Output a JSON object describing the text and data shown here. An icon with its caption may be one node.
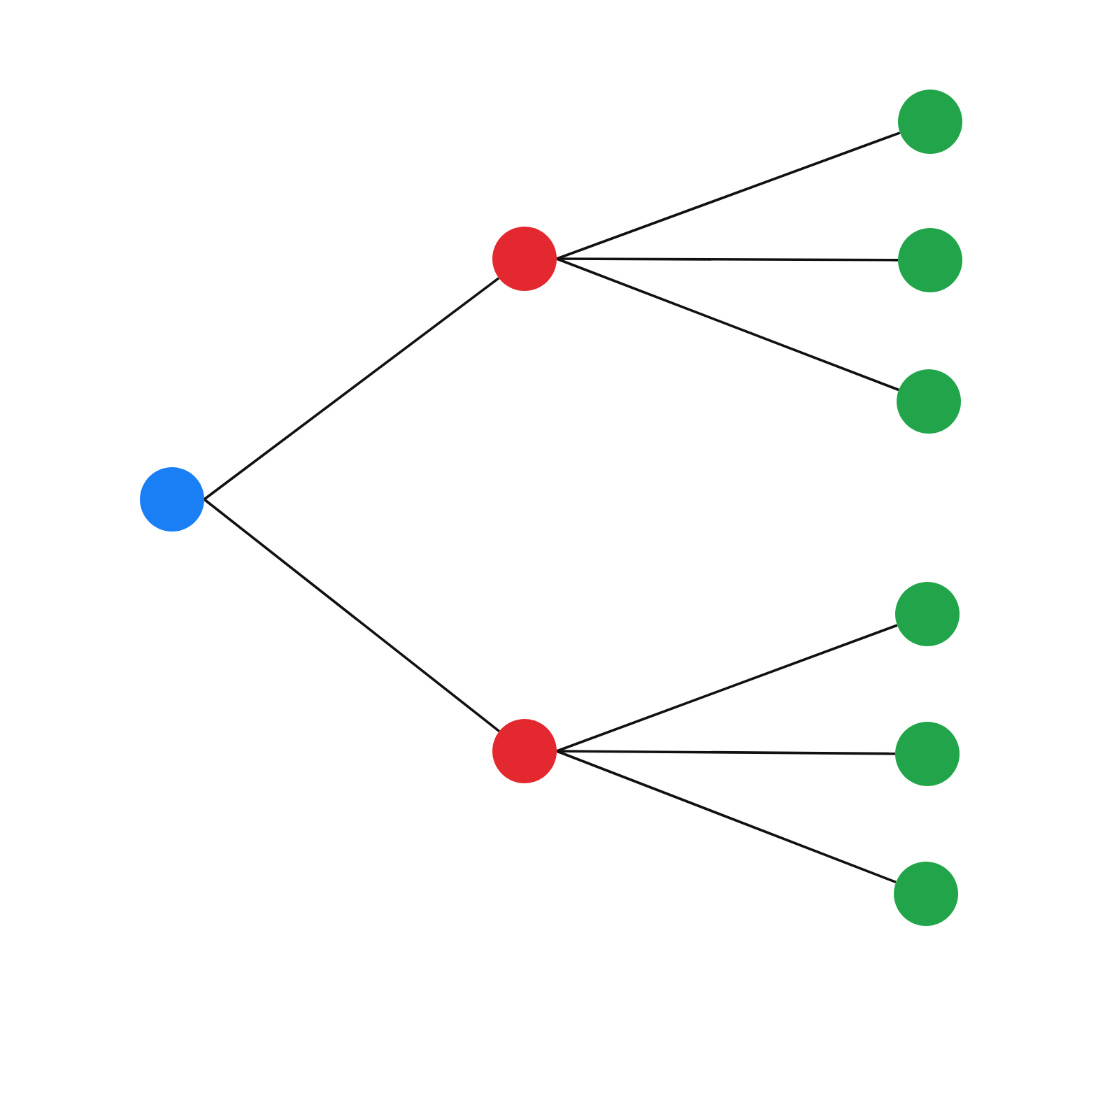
{
  "diagram": {
    "nodes": [
      {
        "text": [],
        "shape": "circle"
      },
      {
        "text": [],
        "shape": "circle"
      },
      {
        "text": [],
        "shape": "circle"
      },
      {
        "text": [],
        "shape": "circle"
      },
      {
        "text": [],
        "shape": "circle"
      },
      {
        "text": [],
        "shape": "circle"
      },
      {
        "text": [],
        "shape": "circle"
      },
      {
        "text": [],
        "shape": "circle"
      },
      {
        "text": [],
        "shape": "circle"
      }
    ],
    "edges": [
      {
        "from": 0,
        "to": 1,
        "arrow": "none"
      },
      {
        "from": 0,
        "to": 2,
        "arrow": "none"
      },
      {
        "from": 1,
        "to": 3,
        "arrow": "none"
      },
      {
        "from": 1,
        "to": 4,
        "arrow": "none"
      },
      {
        "from": 1,
        "to": 5,
        "arrow": "none"
      },
      {
        "from": 2,
        "to": 6,
        "arrow": "none"
      },
      {
        "from": 2,
        "to": 7,
        "arrow": "none"
      },
      {
        "from": 2,
        "to": 8,
        "arrow": "none"
      }
    ]
  }
}
